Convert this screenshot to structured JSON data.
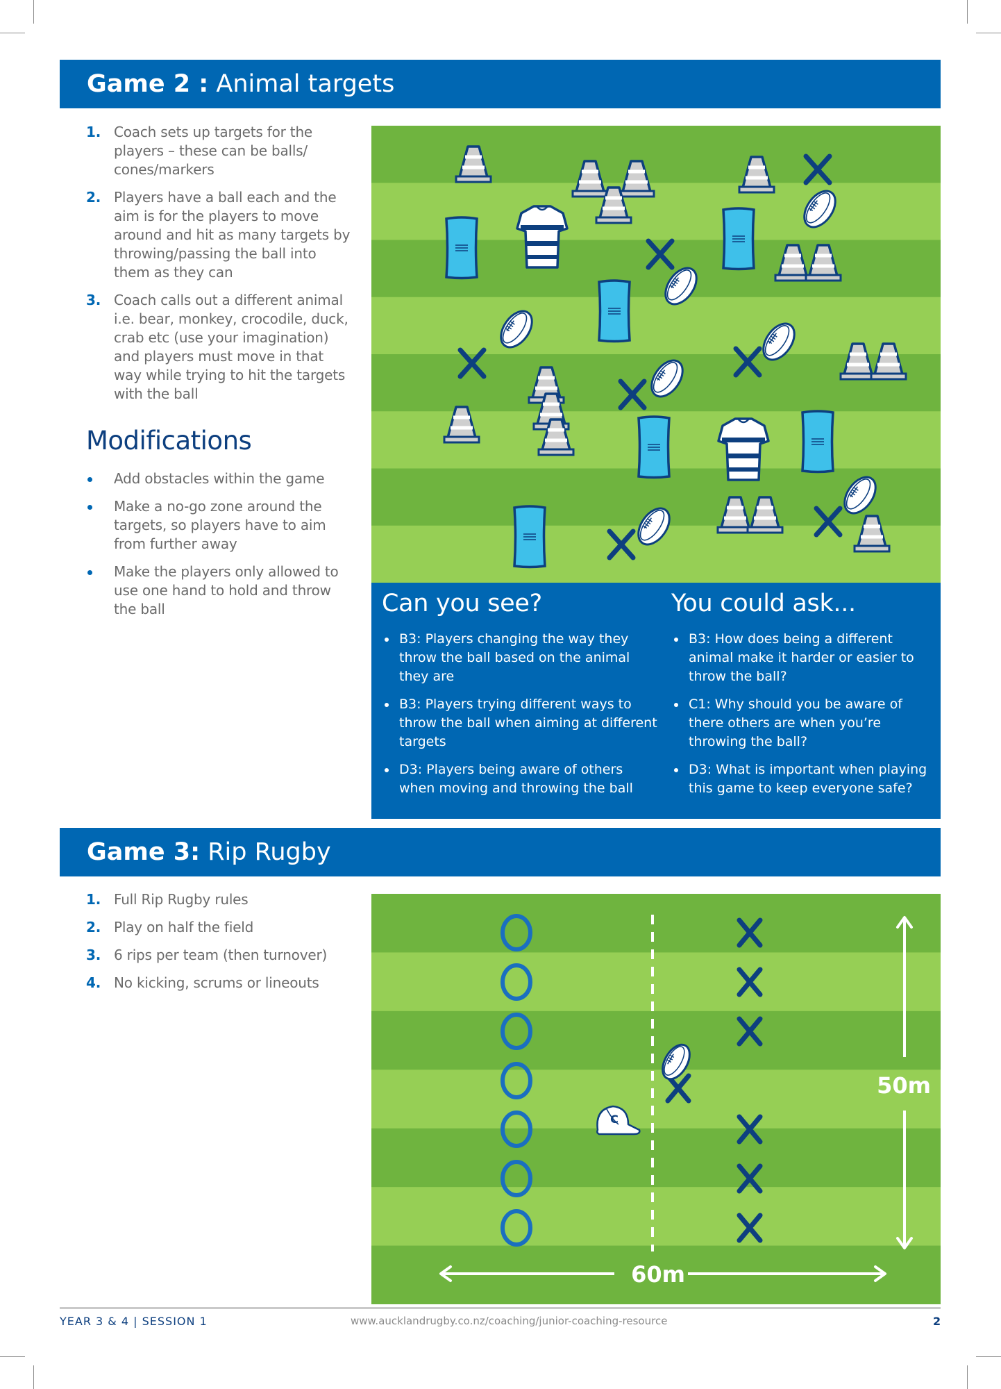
{
  "colors": {
    "brand_blue": "#0067b3",
    "navy": "#0d3f7f",
    "grass_dark": "#6fb43f",
    "grass_light": "#96cf55",
    "tackle_bag": "#3ec0ea",
    "cone_grey": "#cfcfcf",
    "circle_blue": "#1a6fc0"
  },
  "game2": {
    "title_bold": "Game 2 :",
    "title_rest": " Animal targets",
    "steps": [
      {
        "num": "1.",
        "text": "Coach sets up targets for the players – these can be balls/ cones/markers"
      },
      {
        "num": "2.",
        "text": "Players have a ball each and the aim is for the players to move around and hit as many targets by throwing/passing the ball into them as they can"
      },
      {
        "num": "3.",
        "text": "Coach calls out a different animal i.e. bear, monkey, crocodile, duck, crab etc (use your imagination) and players must move in that way while trying to hit the targets with the ball"
      }
    ],
    "modifications_title": "Modifications",
    "modifications": [
      "Add obstacles within the game",
      "Make a no-go zone around the targets, so players have to aim from further away",
      "Make the players only allowed to use one hand to hold and throw the ball"
    ],
    "diagram": {
      "icons": [
        "cone-icon",
        "tackle-bag-icon",
        "rugby-jersey-icon",
        "player-x-icon",
        "rugby-ball-icon"
      ]
    },
    "can_you_see": {
      "title": "Can you see?",
      "items": [
        "B3: Players changing the way they throw the ball based on the animal they are",
        "B3: Players trying different ways to throw the ball when aiming at different targets",
        "D3: Players being aware of others when moving and throwing the ball"
      ]
    },
    "you_could_ask": {
      "title": "You could ask...",
      "items": [
        "B3: How does being a different animal make it harder or easier to throw the ball?",
        "C1: Why should you be aware of there others are when you’re throwing the ball?",
        "D3: What is important when playing this game to keep everyone safe?"
      ]
    }
  },
  "game3": {
    "title_bold": "Game 3:",
    "title_rest": " Rip Rugby",
    "steps": [
      {
        "num": "1.",
        "text": "Full Rip Rugby rules"
      },
      {
        "num": "2.",
        "text": "Play on half the field"
      },
      {
        "num": "3.",
        "text": "6 rips per team (then turnover)"
      },
      {
        "num": "4.",
        "text": "No kicking, scrums or lineouts"
      }
    ],
    "diagram": {
      "width_label": "60m",
      "height_label": "50m",
      "coach_cap_letter": "C",
      "team_o_count": 7,
      "team_x_count": 7
    }
  },
  "footer": {
    "left_bold": "YEAR 3 & 4",
    "separator": "|",
    "left_rest": "SESSION 1",
    "url": "www.aucklandrugby.co.nz/coaching/junior-coaching-resource",
    "page_number": "2"
  }
}
